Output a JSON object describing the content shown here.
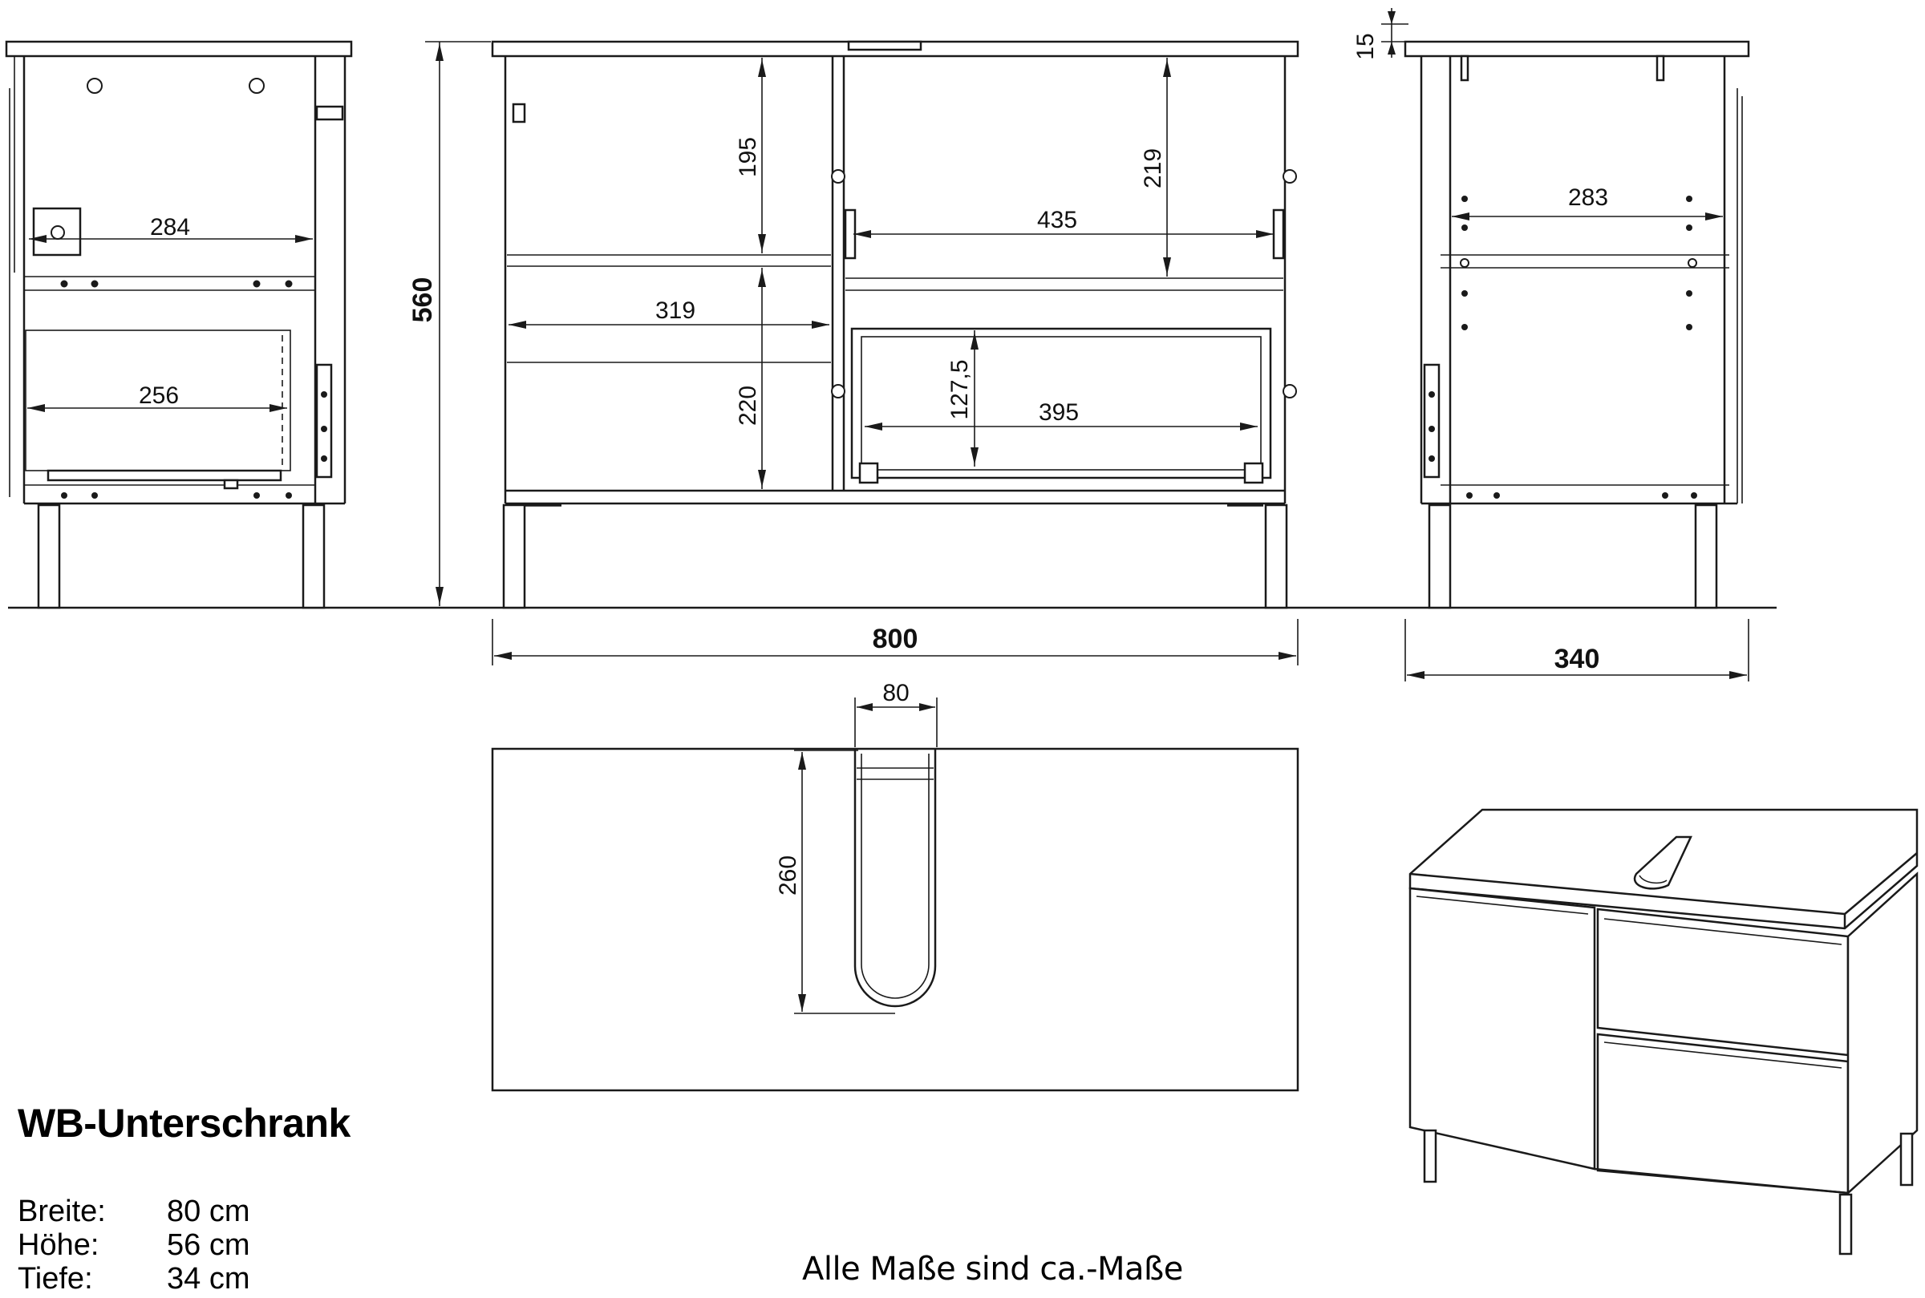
{
  "title": "WB-Unterschrank",
  "specs": [
    {
      "label": "Breite:",
      "value": "80 cm"
    },
    {
      "label": "Höhe:",
      "value": "56 cm"
    },
    {
      "label": "Tiefe:",
      "value": "34 cm"
    }
  ],
  "note": "Alle Maße sind ca.-Maße",
  "dimensions": {
    "side_left_shelf": "284",
    "side_left_drawer": "256",
    "total_height": "560",
    "front_top_left": "195",
    "front_bottom_left": "220",
    "front_left_width": "319",
    "front_top_right": "219",
    "front_right_width": "435",
    "drawer_height": "127,5",
    "drawer_width": "395",
    "total_width": "800",
    "top_thickness": "15",
    "side_right_shelf": "283",
    "total_depth": "340",
    "cutout_width": "80",
    "cutout_depth": "260"
  }
}
